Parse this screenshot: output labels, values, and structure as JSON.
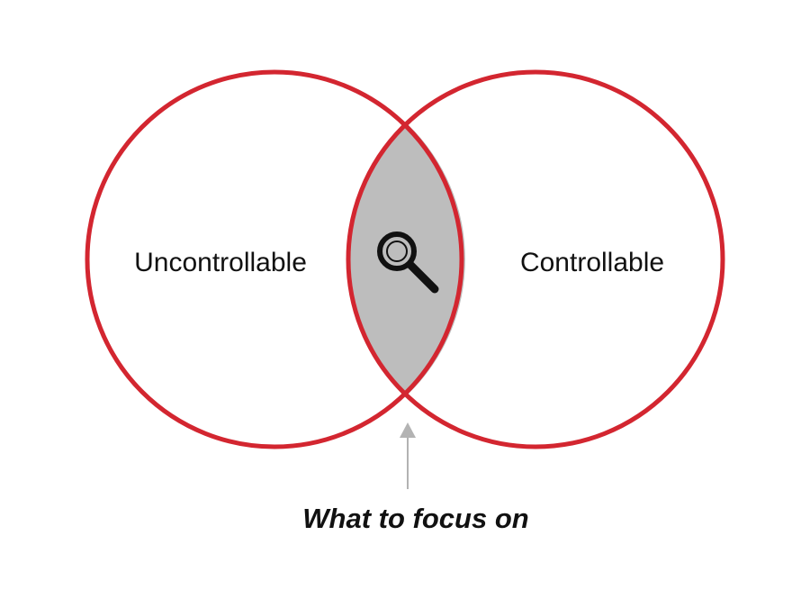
{
  "diagram": {
    "left_label": "Uncontrollable",
    "right_label": "Controllable",
    "caption": "What to focus on",
    "center_icon": "magnifying-glass-icon",
    "colors": {
      "circle_stroke": "#d32630",
      "overlap_fill": "#bdbdbd",
      "arrow": "#b3b3b3",
      "icon": "#111111",
      "text": "#111111"
    }
  }
}
